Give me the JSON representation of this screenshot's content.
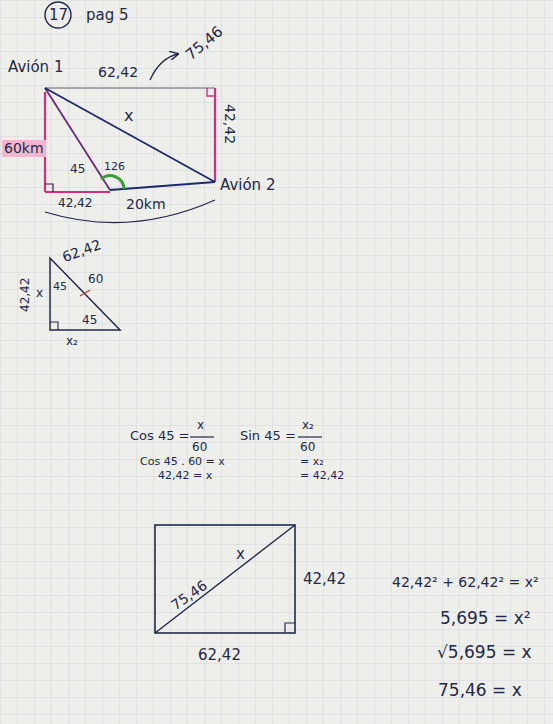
{
  "diagram": {
    "labels": [
      "17",
      "pag 5",
      "Avión 1",
      "62,42",
      "75,46",
      "x",
      "42,42",
      "60km",
      "45",
      "126",
      "Avión 2",
      "42,42",
      "20km",
      "62,42",
      "42,42",
      "x",
      "45",
      "60",
      "45",
      "x₂",
      "Cos 45 =",
      "x",
      "60",
      "Cos 45 . 60 = x",
      "42,42 = x",
      "Sin 45 =",
      "x₂",
      "60",
      "= x₂",
      "= 42,42",
      "75,46",
      "x",
      "42,42",
      "62,42",
      "42,42² + 62,42² = x²",
      "5,695 = x²",
      "√5,695 = x",
      "75,46 = x"
    ]
  }
}
